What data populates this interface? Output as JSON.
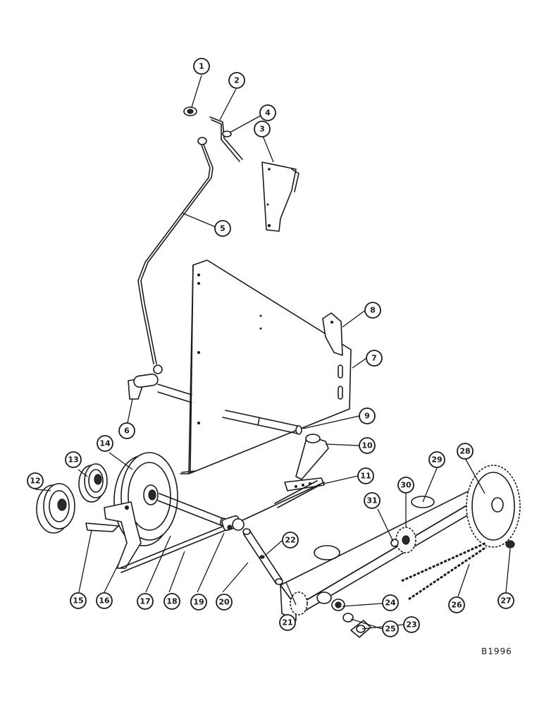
{
  "drawing_ref": "B1996",
  "callouts": [
    {
      "label": "1"
    },
    {
      "label": "2"
    },
    {
      "label": "3"
    },
    {
      "label": "4"
    },
    {
      "label": "5"
    },
    {
      "label": "6"
    },
    {
      "label": "7"
    },
    {
      "label": "8"
    },
    {
      "label": "9"
    },
    {
      "label": "10"
    },
    {
      "label": "11"
    },
    {
      "label": "12"
    },
    {
      "label": "13"
    },
    {
      "label": "14"
    },
    {
      "label": "15"
    },
    {
      "label": "16"
    },
    {
      "label": "17"
    },
    {
      "label": "18"
    },
    {
      "label": "19"
    },
    {
      "label": "20"
    },
    {
      "label": "21"
    },
    {
      "label": "22"
    },
    {
      "label": "23"
    },
    {
      "label": "24"
    },
    {
      "label": "25"
    },
    {
      "label": "26"
    },
    {
      "label": "27"
    },
    {
      "label": "28"
    },
    {
      "label": "29"
    },
    {
      "label": "30"
    },
    {
      "label": "31"
    }
  ]
}
